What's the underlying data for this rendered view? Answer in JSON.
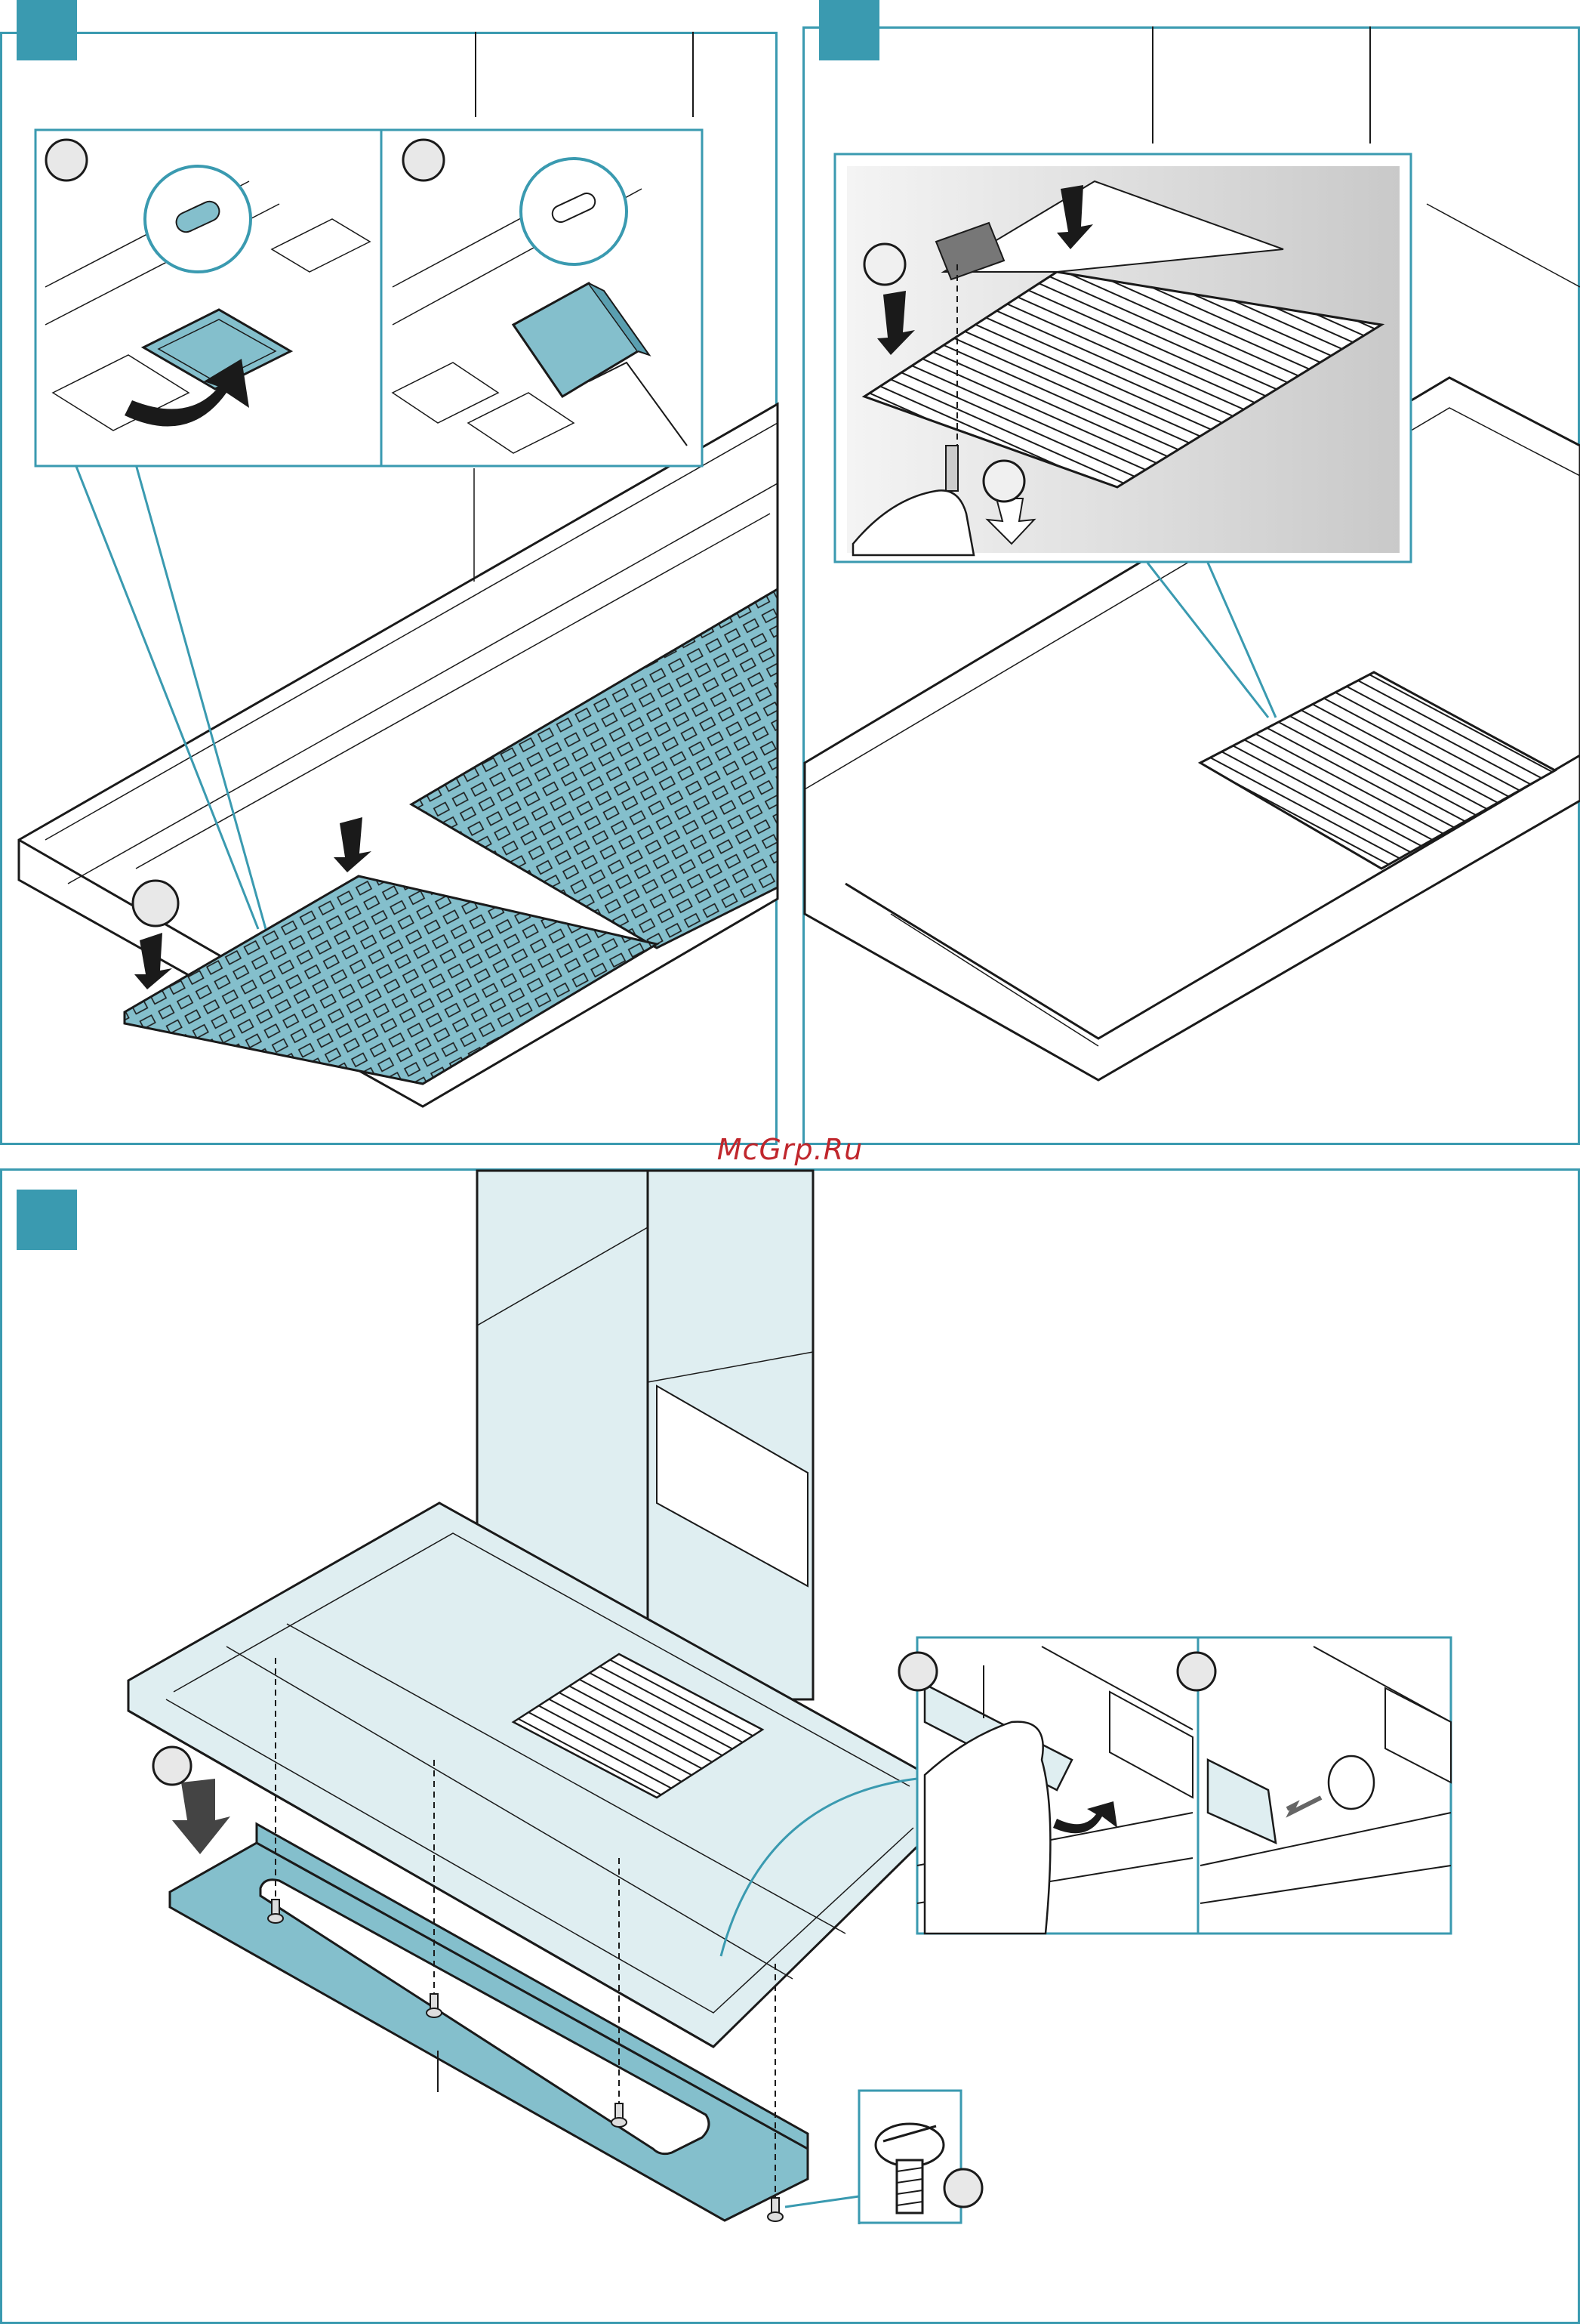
{
  "watermark": "McGrp.Ru",
  "colors": {
    "accent": "#3a9ab0",
    "filter_fill": "#84bfcc",
    "light_fill": "#dfeef1",
    "watermark": "#c0272d"
  },
  "icons": [
    "step-tag",
    "circle-callout",
    "arrow-down",
    "hand",
    "screw"
  ]
}
